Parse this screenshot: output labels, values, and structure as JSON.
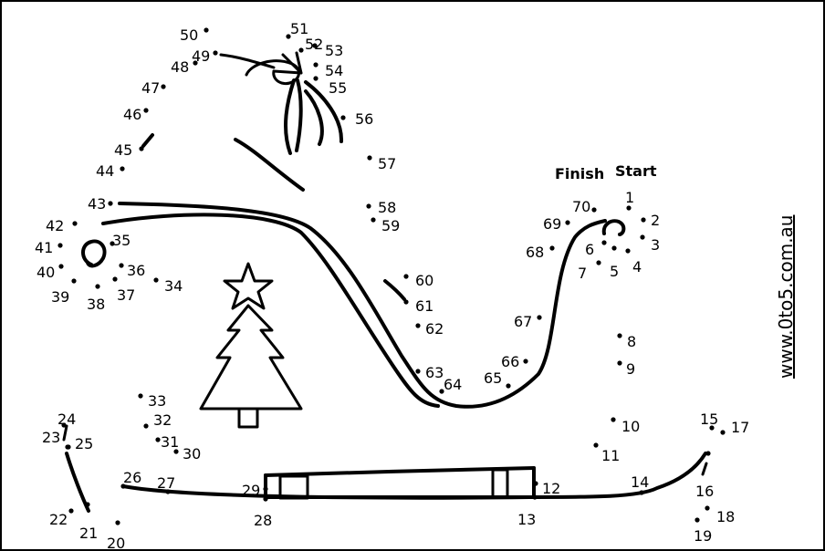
{
  "start_label": "Start",
  "finish_label": "Finish",
  "website": "www.0to5.com.au",
  "dots": [
    {
      "n": "1"
    },
    {
      "n": "2"
    },
    {
      "n": "3"
    },
    {
      "n": "4"
    },
    {
      "n": "5"
    },
    {
      "n": "6"
    },
    {
      "n": "7"
    },
    {
      "n": "8"
    },
    {
      "n": "9"
    },
    {
      "n": "10"
    },
    {
      "n": "11"
    },
    {
      "n": "12"
    },
    {
      "n": "13"
    },
    {
      "n": "14"
    },
    {
      "n": "15"
    },
    {
      "n": "16"
    },
    {
      "n": "17"
    },
    {
      "n": "18"
    },
    {
      "n": "19"
    },
    {
      "n": "20"
    },
    {
      "n": "21"
    },
    {
      "n": "22"
    },
    {
      "n": "23"
    },
    {
      "n": "24"
    },
    {
      "n": "25"
    },
    {
      "n": "26"
    },
    {
      "n": "27"
    },
    {
      "n": "28"
    },
    {
      "n": "29"
    },
    {
      "n": "30"
    },
    {
      "n": "31"
    },
    {
      "n": "32"
    },
    {
      "n": "33"
    },
    {
      "n": "34"
    },
    {
      "n": "35"
    },
    {
      "n": "36"
    },
    {
      "n": "37"
    },
    {
      "n": "38"
    },
    {
      "n": "39"
    },
    {
      "n": "40"
    },
    {
      "n": "41"
    },
    {
      "n": "42"
    },
    {
      "n": "43"
    },
    {
      "n": "44"
    },
    {
      "n": "45"
    },
    {
      "n": "46"
    },
    {
      "n": "47"
    },
    {
      "n": "48"
    },
    {
      "n": "49"
    },
    {
      "n": "50"
    },
    {
      "n": "51"
    },
    {
      "n": "52"
    },
    {
      "n": "53"
    },
    {
      "n": "54"
    },
    {
      "n": "55"
    },
    {
      "n": "56"
    },
    {
      "n": "57"
    },
    {
      "n": "58"
    },
    {
      "n": "59"
    },
    {
      "n": "60"
    },
    {
      "n": "61"
    },
    {
      "n": "62"
    },
    {
      "n": "63"
    },
    {
      "n": "64"
    },
    {
      "n": "65"
    },
    {
      "n": "66"
    },
    {
      "n": "67"
    },
    {
      "n": "68"
    },
    {
      "n": "69"
    },
    {
      "n": "70"
    }
  ]
}
